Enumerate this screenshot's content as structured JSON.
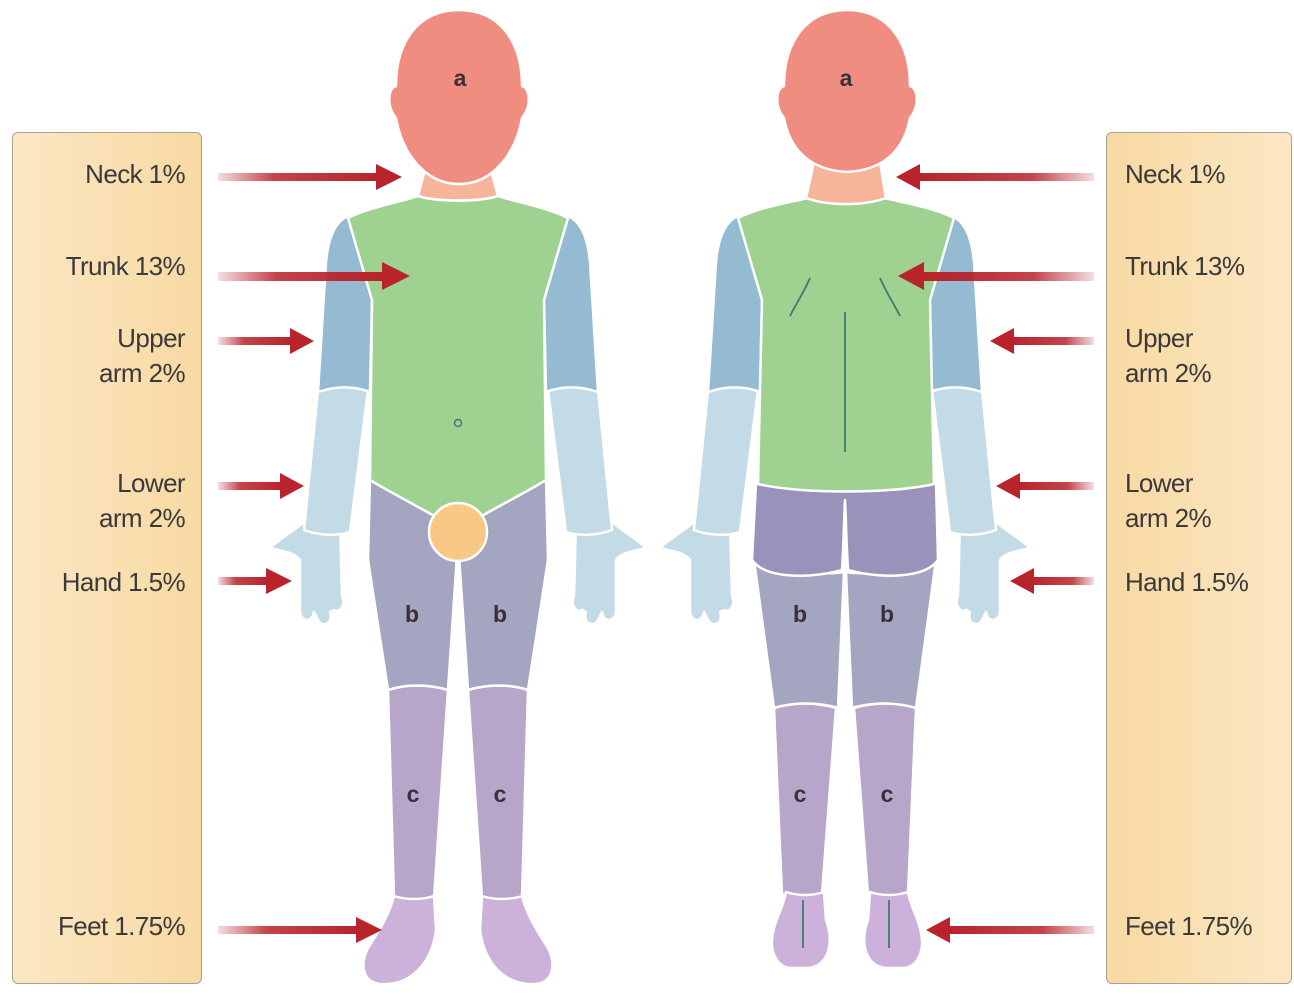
{
  "left_panel": {
    "labels": [
      "Neck 1%",
      "Trunk 13%",
      "Upper\narm 2%",
      "Lower\narm 2%",
      "Hand 1.5%",
      "Feet 1.75%"
    ]
  },
  "right_panel": {
    "labels": [
      "Neck 1%",
      "Trunk 13%",
      "Upper\narm 2%",
      "Lower\narm 2%",
      "Hand 1.5%",
      "Feet 1.75%"
    ]
  },
  "region_letters": {
    "head_front": "a",
    "head_back": "a",
    "thigh_front_right": "b",
    "thigh_front_left": "b",
    "thigh_back_left": "b",
    "thigh_back_right": "b",
    "leg_front_right": "c",
    "leg_front_left": "c",
    "leg_back_left": "c",
    "leg_back_right": "c"
  },
  "colors": {
    "head": "#ef8d80",
    "neck": "#f6b59a",
    "trunk": "#9fd190",
    "upper_arm": "#94bbd2",
    "lower_arm": "#c3dbe6",
    "genital": "#f8c884",
    "thigh": "#a3a5c1",
    "buttocks": "#9a92bb",
    "lower_leg": "#b8a6ca",
    "feet": "#ccb2da",
    "arrow": "#b8232c",
    "panel": "#f8d9a2"
  }
}
